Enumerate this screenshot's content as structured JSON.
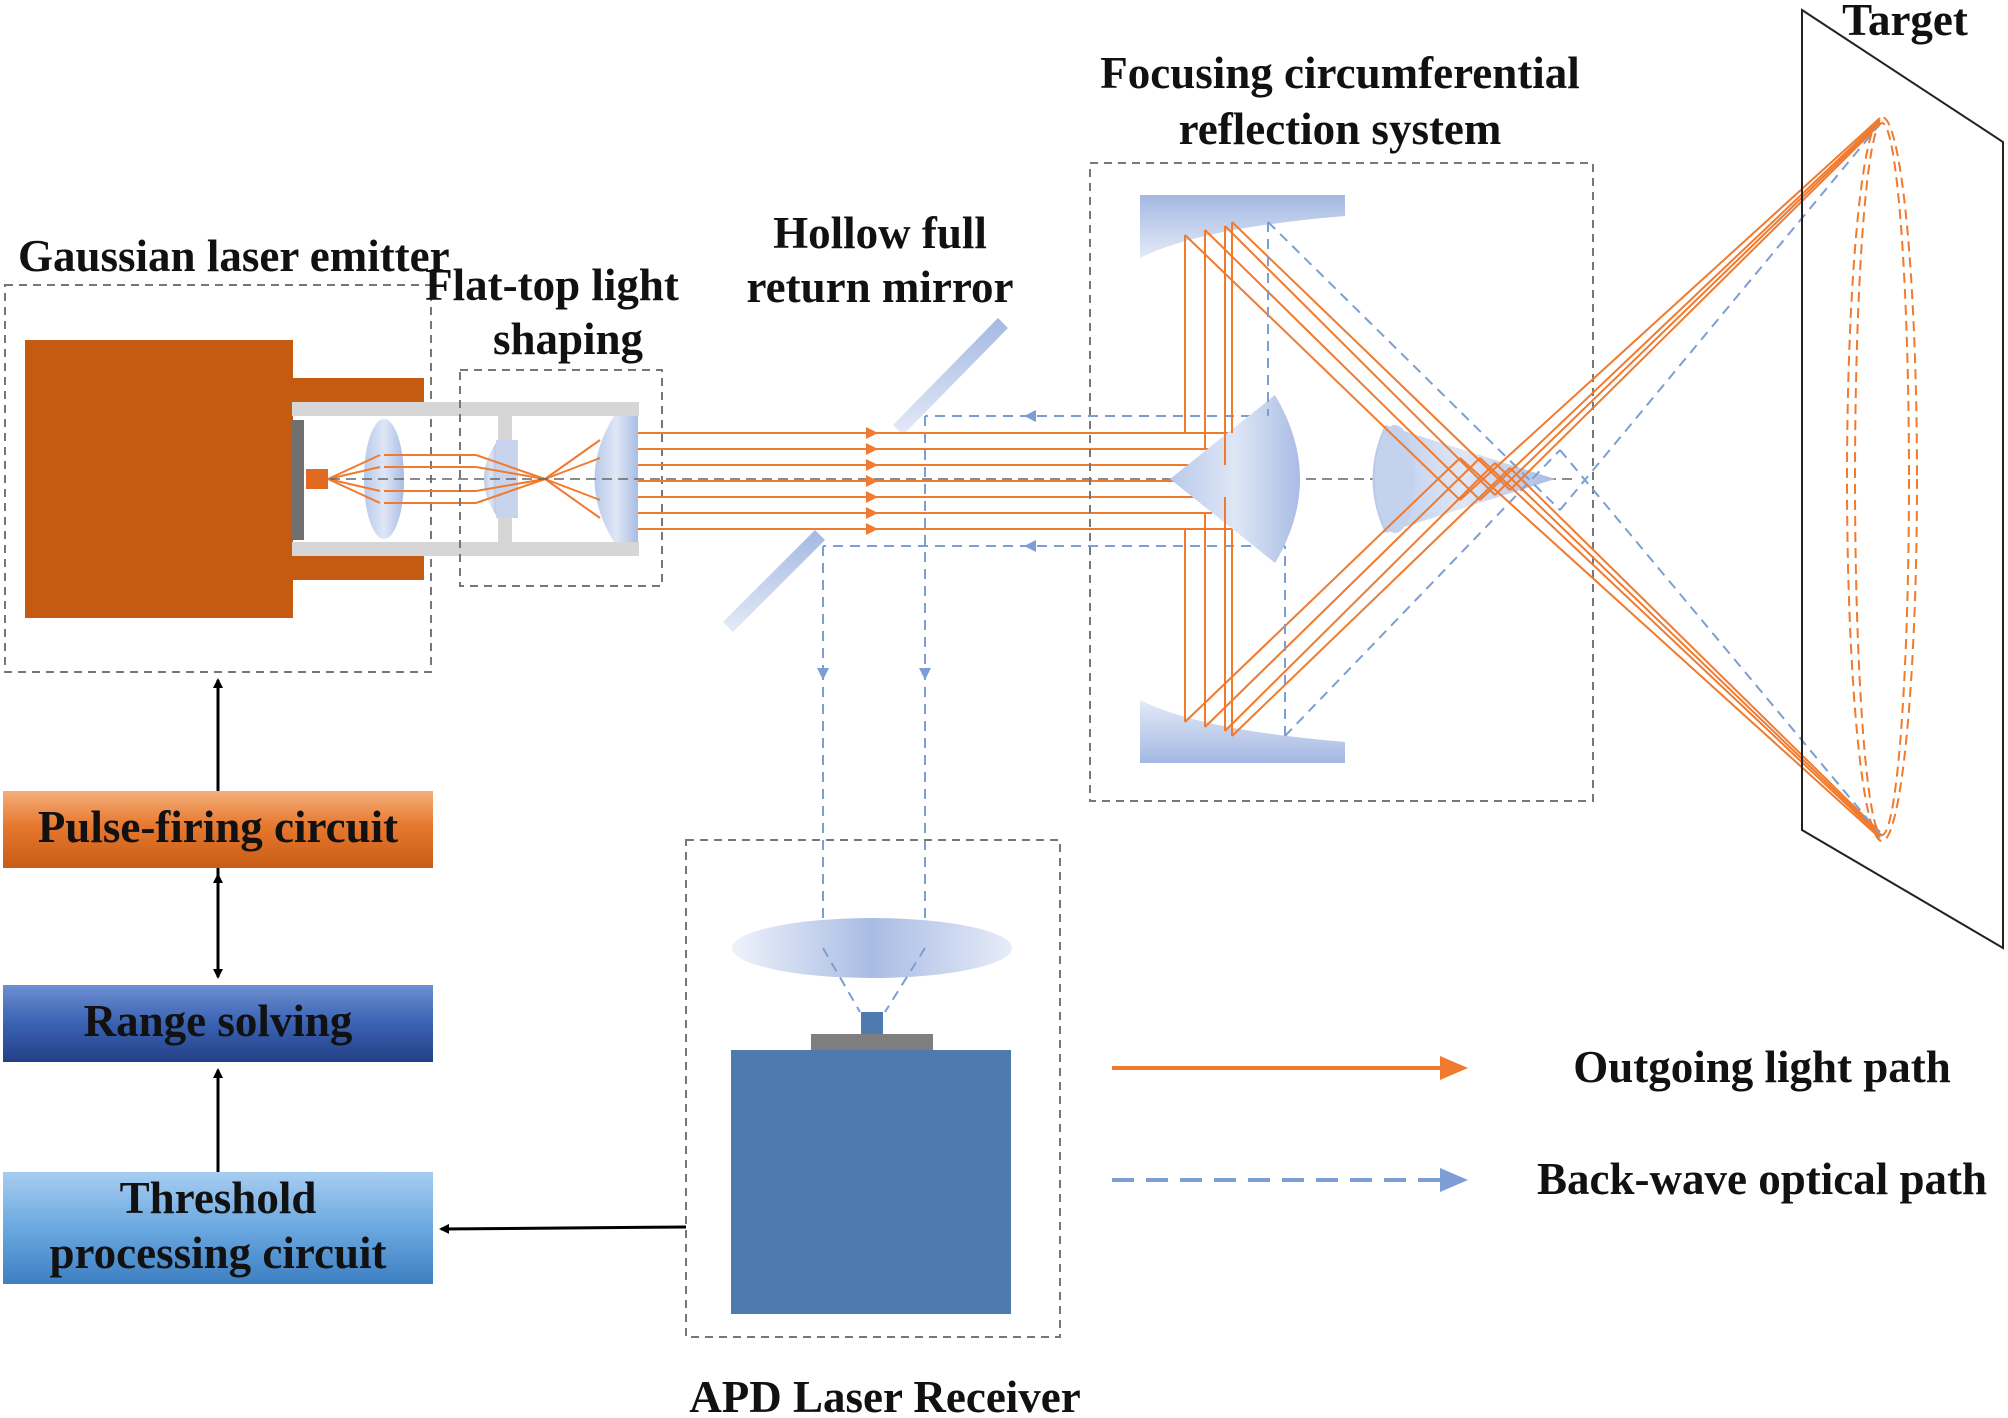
{
  "labels": {
    "target": "Target",
    "focusing_line1": "Focusing circumferential",
    "focusing_line2": "reflection system",
    "hollow_line1": "Hollow full",
    "hollow_line2": "return mirror",
    "gaussian": "Gaussian laser emitter",
    "flattop_line1": "Flat-top light",
    "flattop_line2": "shaping",
    "apd": "APD Laser Receiver"
  },
  "boxes": {
    "pulse": "Pulse-firing circuit",
    "range": "Range solving",
    "threshold_line1": "Threshold",
    "threshold_line2": "processing circuit"
  },
  "legend": {
    "outgoing": "Outgoing light path",
    "backwave": "Back-wave optical path"
  },
  "colors": {
    "outgoing": "#f07a2e",
    "backwave": "#7b9fd4",
    "emitter_body": "#c55a11",
    "receiver_body": "#4f7aaf",
    "pulse_box": "#e06a20",
    "range_box": "#2f56a3",
    "threshold_box": "#5c9ed6"
  }
}
